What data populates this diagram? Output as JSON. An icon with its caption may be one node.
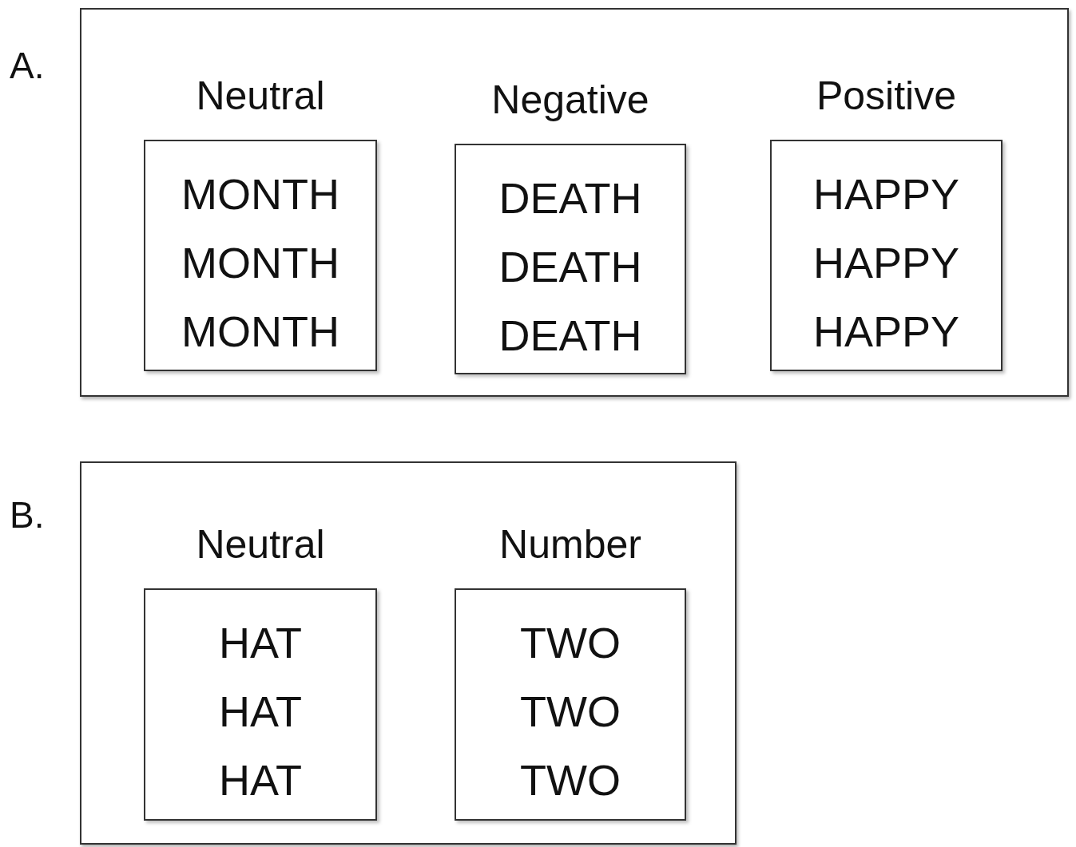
{
  "diagram": {
    "nodes": [
      {
        "text": [],
        "shape": "box"
      },
      {
        "text": [
          "Neutral",
          "MONTH",
          "MONTH",
          "MONTH"
        ],
        "in": 0
      },
      {
        "text": [
          "Negative",
          "DEATH",
          "DEATH",
          "DEATH"
        ],
        "in": 0
      },
      {
        "text": [
          "Positive",
          "HAPPY",
          "HAPPY",
          "HAPPY"
        ],
        "in": 0
      },
      {
        "text": [],
        "shape": "box"
      },
      {
        "text": [
          "Neutral",
          "HAT",
          "HAT",
          "HAT"
        ],
        "in": 4
      },
      {
        "text": [
          "Number",
          "TWO",
          "TWO",
          "TWO"
        ],
        "in": 4
      }
    ],
    "labels": [
      "A.",
      "B."
    ]
  }
}
